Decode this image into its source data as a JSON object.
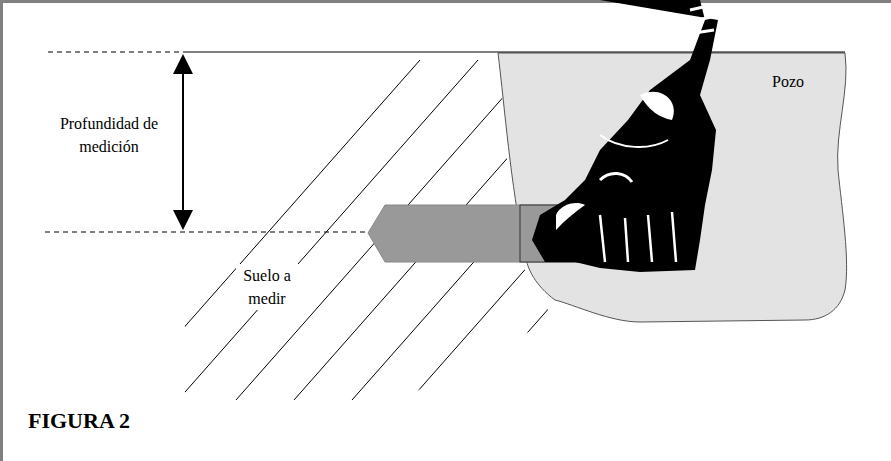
{
  "diagram": {
    "caption": "FIGURA 2",
    "labels": [
      "Profundidad de medición",
      "Suelo a medir",
      "Pozo"
    ]
  }
}
